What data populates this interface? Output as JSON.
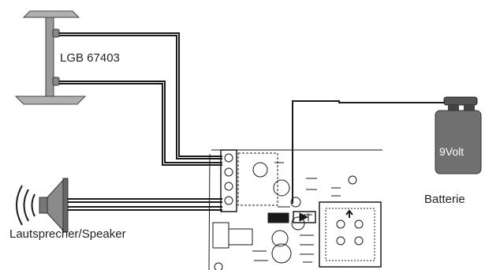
{
  "labels": {
    "track": "LGB 67403",
    "speaker": "Lautsprecher/Speaker",
    "battery": "Batterie",
    "battery_volt": "9Volt"
  },
  "colors": {
    "wire": "#1a1a1a",
    "track_fill": "#9a9a9a",
    "battery_fill": "#707070",
    "pcb_line": "#1a1a1a"
  },
  "icons": {
    "track_contact": "track-contact-icon",
    "speaker": "speaker-icon",
    "sound_waves": "sound-waves-icon",
    "battery": "battery-icon",
    "circuit_board": "circuit-board-icon"
  }
}
